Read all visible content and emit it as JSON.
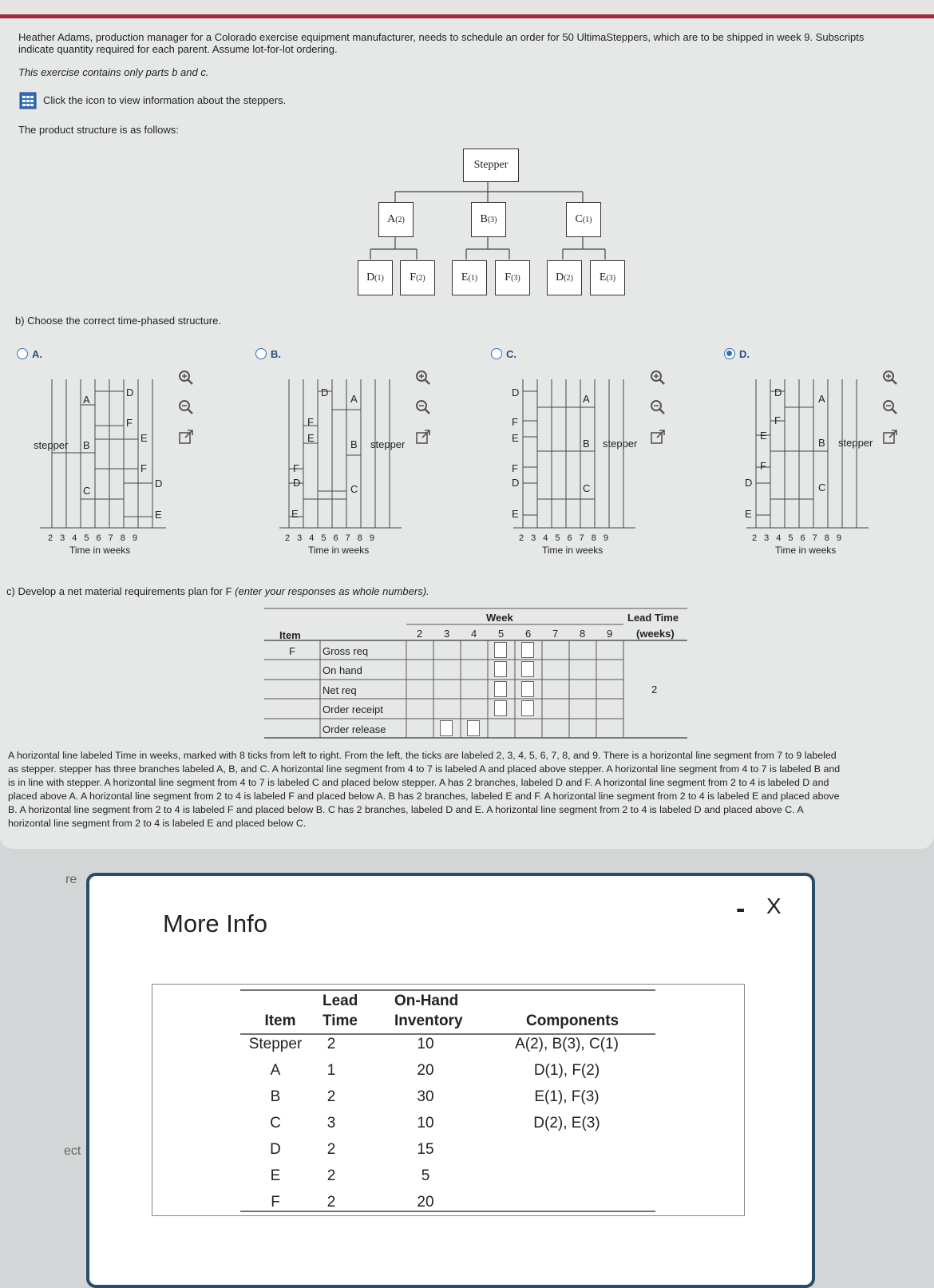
{
  "intro": {
    "line1": "Heather Adams, production manager for a Colorado exercise equipment manufacturer, needs to schedule an order for 50 UltimaSteppers, which are to be shipped in week 9. Subscripts",
    "line2": "indicate quantity required for each parent. Assume lot-for-lot ordering.",
    "note": "This exercise contains only parts b and c.",
    "info_link": "Click the icon to view information about the steppers.",
    "structure_label": "The product structure is as follows:"
  },
  "tree": {
    "root": "Stepper",
    "a": {
      "letter": "A",
      "sub": "(2)"
    },
    "b": {
      "letter": "B",
      "sub": "(3)"
    },
    "c": {
      "letter": "C",
      "sub": "(1)"
    },
    "a_d": {
      "letter": "D",
      "sub": "(1)"
    },
    "a_f": {
      "letter": "F",
      "sub": "(2)"
    },
    "b_e": {
      "letter": "E",
      "sub": "(1)"
    },
    "b_f": {
      "letter": "F",
      "sub": "(3)"
    },
    "c_d": {
      "letter": "D",
      "sub": "(2)"
    },
    "c_e": {
      "letter": "E",
      "sub": "(3)"
    }
  },
  "part_b": {
    "question": "b) Choose the correct time-phased structure.",
    "selected": "D",
    "axis_ticks": [
      "2",
      "3",
      "4",
      "5",
      "6",
      "7",
      "8",
      "9"
    ],
    "axis_title": "Time in weeks",
    "options": [
      {
        "label": "A.",
        "labels": {
          "stepper": "stepper",
          "A": "A",
          "B": "B",
          "C": "C",
          "D1": "D",
          "F1": "F",
          "E1": "E",
          "F2": "F",
          "D2": "D",
          "E2": "E"
        }
      },
      {
        "label": "B.",
        "labels": {
          "D1": "D",
          "A": "A",
          "F1": "F",
          "E1": "E",
          "B": "B",
          "stepper": "stepper",
          "F2": "F",
          "D2": "D",
          "C": "C",
          "E2": "E"
        }
      },
      {
        "label": "C.",
        "labels": {
          "D1": "D",
          "A": "A",
          "F1": "F",
          "E1": "E",
          "B": "B",
          "stepper": "stepper",
          "F2": "F",
          "D2": "D",
          "C": "C",
          "E2": "E"
        }
      },
      {
        "label": "D.",
        "labels": {
          "D1": "D",
          "A": "A",
          "F1": "F",
          "E1": "E",
          "B": "B",
          "stepper": "stepper",
          "F2": "F",
          "D2": "D",
          "C": "C",
          "E2": "E"
        }
      }
    ]
  },
  "part_c": {
    "question": "c) Develop a net material requirements plan for F",
    "question_note": "(enter your responses as whole numbers).",
    "header": {
      "week": "Week",
      "item": "Item",
      "lead_time": "Lead Time",
      "weeks": "(weeks)"
    },
    "weeks": [
      "2",
      "3",
      "4",
      "5",
      "6",
      "7",
      "8",
      "9"
    ],
    "item": "F",
    "rows": [
      "Gross req",
      "On hand",
      "Net req",
      "Order receipt",
      "Order release"
    ],
    "lead_time_value": "2"
  },
  "alt_text": {
    "l1": "A horizontal line labeled Time in weeks, marked with 8 ticks from left to right. From the left, the ticks are labeled 2, 3, 4, 5, 6, 7, 8, and 9. There is a horizontal line segment from 7 to 9 labeled",
    "l2": "as stepper. stepper has three branches labeled A, B, and C. A horizontal line segment from 4 to 7 is labeled A and placed above stepper. A horizontal line segment from 4 to 7 is labeled B and",
    "l3": "is in line with stepper. A horizontal line segment from 4 to 7 is labeled C and placed below stepper. A has 2 branches, labeled D and F. A horizontal line segment from 2 to 4 is labeled D and",
    "l4": "placed above A. A horizontal line segment from 2 to 4 is labeled F and placed below A. B has 2 branches, labeled E and F. A horizontal line segment from 2 to 4 is labeled E and placed above",
    "l5": "B. A horizontal line segment from 2 to 4 is labeled F and placed below B. C has 2 branches, labeled D and E. A horizontal line segment from 2 to 4 is labeled D and placed above C. A",
    "l6": "horizontal line segment from 2 to 4 is labeled E and placed below C."
  },
  "background_fragments": {
    "re": "re",
    "ect": "ect"
  },
  "modal": {
    "title": "More Info",
    "minimize": "-",
    "close": "X",
    "headers": {
      "item": "Item",
      "lead1": "Lead",
      "lead2": "Time",
      "onhand1": "On-Hand",
      "onhand2": "Inventory",
      "components": "Components"
    },
    "rows": [
      {
        "item": "Stepper",
        "lead": "2",
        "onhand": "10",
        "components": "A(2), B(3), C(1)"
      },
      {
        "item": "A",
        "lead": "1",
        "onhand": "20",
        "components": "D(1), F(2)"
      },
      {
        "item": "B",
        "lead": "2",
        "onhand": "30",
        "components": "E(1), F(3)"
      },
      {
        "item": "C",
        "lead": "3",
        "onhand": "10",
        "components": "D(2), E(3)"
      },
      {
        "item": "D",
        "lead": "2",
        "onhand": "15",
        "components": ""
      },
      {
        "item": "E",
        "lead": "2",
        "onhand": "5",
        "components": ""
      },
      {
        "item": "F",
        "lead": "2",
        "onhand": "20",
        "components": ""
      }
    ]
  },
  "colors": {
    "accent": "#a02a3a",
    "link_blue": "#2e6fb8",
    "modal_border": "#2a4c6a"
  }
}
